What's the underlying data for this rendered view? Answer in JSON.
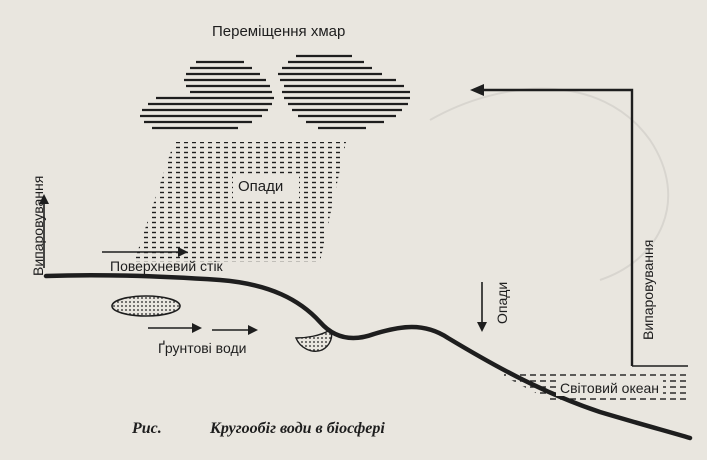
{
  "figure": {
    "labels": {
      "cloud_movement": "Переміщення хмар",
      "precipitation_main": "Опади",
      "evaporation_left": "Випаровування",
      "surface_runoff": "Поверхневий стік",
      "groundwater": "Ґрунтові води",
      "precipitation_right": "Опади",
      "evaporation_right": "Випаровування",
      "world_ocean": "Світовий океан"
    },
    "caption": {
      "prefix": "Рис.",
      "title": "Кругообіг води в біосфері"
    },
    "colors": {
      "ink": "#1e1e1e",
      "paper": "#e9e6df"
    }
  }
}
